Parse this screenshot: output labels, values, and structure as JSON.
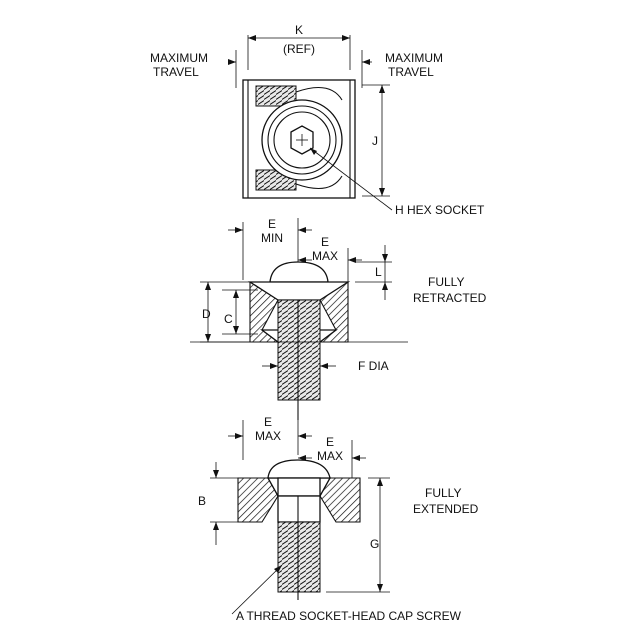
{
  "labels": {
    "k": "K",
    "ref": "(REF)",
    "max_travel_left_1": "MAXIMUM",
    "max_travel_left_2": "TRAVEL",
    "max_travel_right_1": "MAXIMUM",
    "max_travel_right_2": "TRAVEL",
    "j": "J",
    "h_hex_socket": "H HEX SOCKET",
    "e_min_e": "E",
    "e_min_min": "MIN",
    "e_max_top_e": "E",
    "e_max_top_max": "MAX",
    "l": "L",
    "fully_retracted_1": "FULLY",
    "fully_retracted_2": "RETRACTED",
    "d": "D",
    "c": "C",
    "f_dia": "F DIA",
    "e_max_left_e": "E",
    "e_max_left_max": "MAX",
    "e_max_right_e": "E",
    "e_max_right_max": "MAX",
    "b": "B",
    "fully_extended_1": "FULLY",
    "fully_extended_2": "EXTENDED",
    "g": "G",
    "a_thread": "A THREAD SOCKET-HEAD CAP SCREW"
  }
}
